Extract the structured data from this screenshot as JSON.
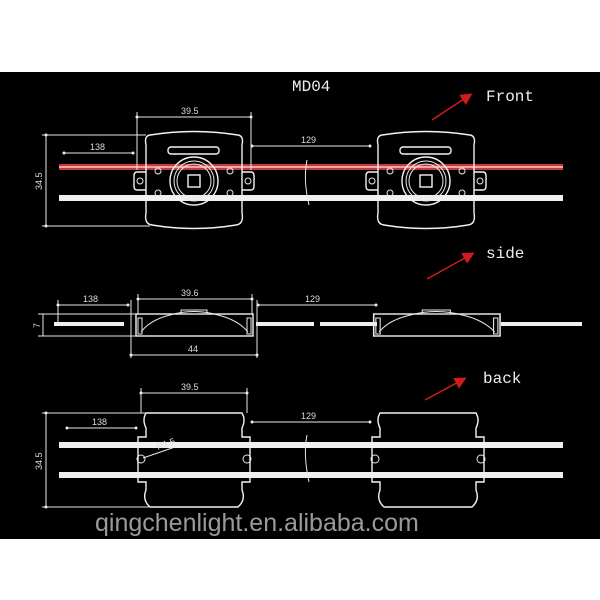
{
  "title": "MD04",
  "views": {
    "front": {
      "label": "Front",
      "dims": {
        "width": "39.5",
        "wire_start": "138",
        "spacing": "129",
        "height": "34.5"
      }
    },
    "side": {
      "label": "side",
      "dims": {
        "wire_start": "138",
        "width": "39.6",
        "spacing": "129",
        "overall": "44",
        "thickness": "7"
      }
    },
    "back": {
      "label": "back",
      "dims": {
        "width": "39.5",
        "wire_start": "138",
        "spacing": "129",
        "height": "34.5",
        "hole": "R1.5"
      }
    }
  },
  "watermark": "qingchenlight.en.alibaba.com",
  "colors": {
    "background": "#000000",
    "lines": "#f2f2f2",
    "arrow": "#d01c1c",
    "red_wire": "#c43a3a"
  }
}
